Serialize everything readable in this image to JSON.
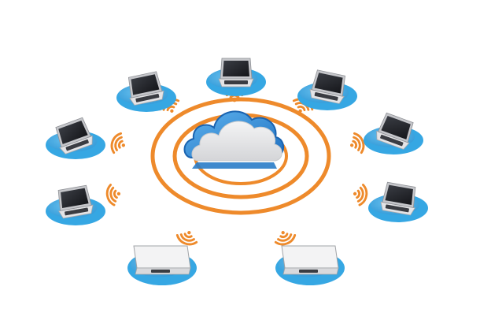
{
  "illustration": {
    "subject": "cloud-network",
    "colors": {
      "background": "#ffffff",
      "cloud_border": "#2f86d6",
      "cloud_fill": "#e9e9ea",
      "ring_orange": "#ee8a2b",
      "platform_blue": "#36a7e3",
      "laptop_body": "#e4e4e6",
      "laptop_screen": "#202226",
      "keyboard": "#3a3c42"
    },
    "laptops": [
      {
        "name": "laptop-top-center",
        "icon": "laptop-icon",
        "state": "open"
      },
      {
        "name": "laptop-top-left",
        "icon": "laptop-icon",
        "state": "open"
      },
      {
        "name": "laptop-top-right",
        "icon": "laptop-icon",
        "state": "open"
      },
      {
        "name": "laptop-mid-left",
        "icon": "laptop-icon",
        "state": "open"
      },
      {
        "name": "laptop-mid-right",
        "icon": "laptop-icon",
        "state": "open"
      },
      {
        "name": "laptop-lower-left",
        "icon": "laptop-icon",
        "state": "open"
      },
      {
        "name": "laptop-lower-right",
        "icon": "laptop-icon",
        "state": "open"
      },
      {
        "name": "laptop-bottom-left",
        "icon": "laptop-icon",
        "state": "rear-view"
      },
      {
        "name": "laptop-bottom-right",
        "icon": "laptop-icon",
        "state": "rear-view"
      }
    ],
    "wifi_signals": 9,
    "cloud_icon": "cloud-icon"
  }
}
